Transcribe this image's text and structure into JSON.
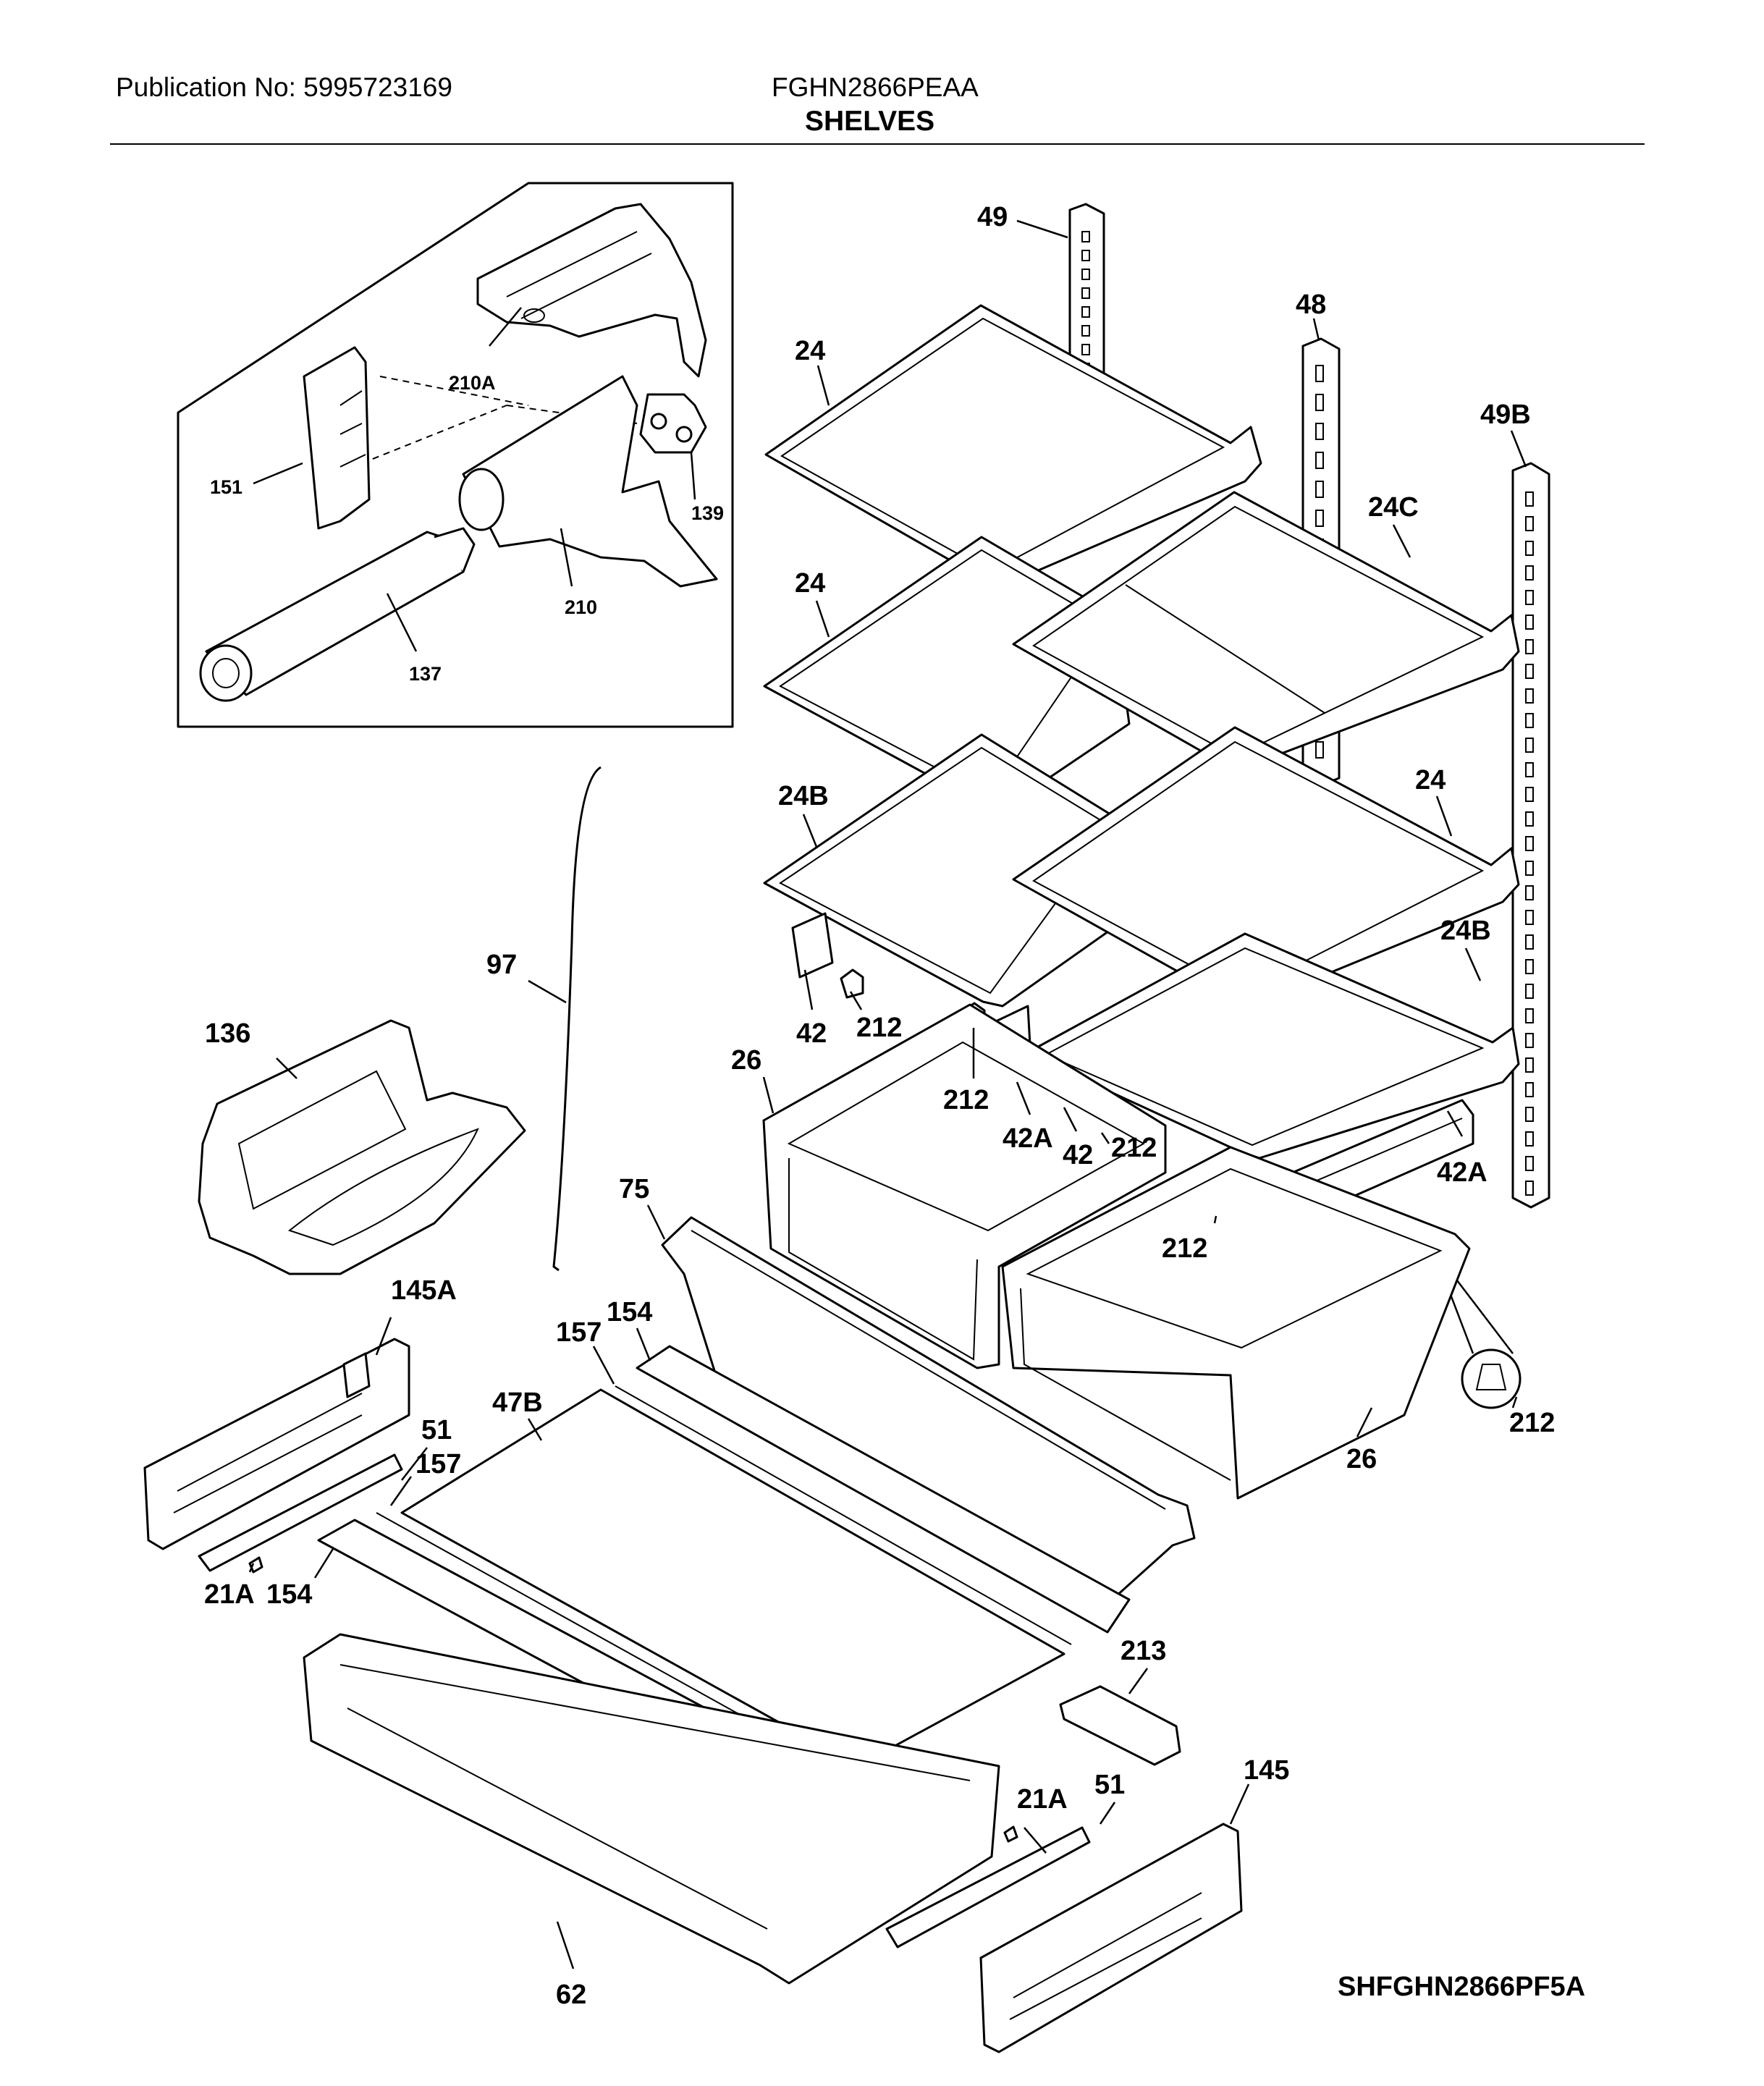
{
  "header": {
    "publication": "Publication No: 5995723169",
    "model": "FGHN2866PEAA",
    "section": "SHELVES"
  },
  "diagram_code": "SHFGHN2866PF5A",
  "callouts": {
    "c49": "49",
    "c48": "48",
    "c49B": "49B",
    "c24_a": "24",
    "c24_b": "24",
    "c24_c": "24",
    "c24C": "24C",
    "c24B_a": "24B",
    "c24B_b": "24B",
    "c42_a": "42",
    "c42_b": "42",
    "c42A_a": "42A",
    "c42A_b": "42A",
    "c212_a": "212",
    "c212_b": "212",
    "c212_c": "212",
    "c212_d": "212",
    "c212_e": "212",
    "c26_a": "26",
    "c26_b": "26",
    "c97": "97",
    "c136": "136",
    "c75": "75",
    "c154_a": "154",
    "c154_b": "154",
    "c157_a": "157",
    "c157_b": "157",
    "c47B": "47B",
    "c145A": "145A",
    "c145": "145",
    "c51_a": "51",
    "c51_b": "51",
    "c21A_a": "21A",
    "c21A_b": "21A",
    "c213": "213",
    "c62": "62",
    "c210A": "210A",
    "c151": "151",
    "c139": "139",
    "c210": "210",
    "c137": "137"
  }
}
